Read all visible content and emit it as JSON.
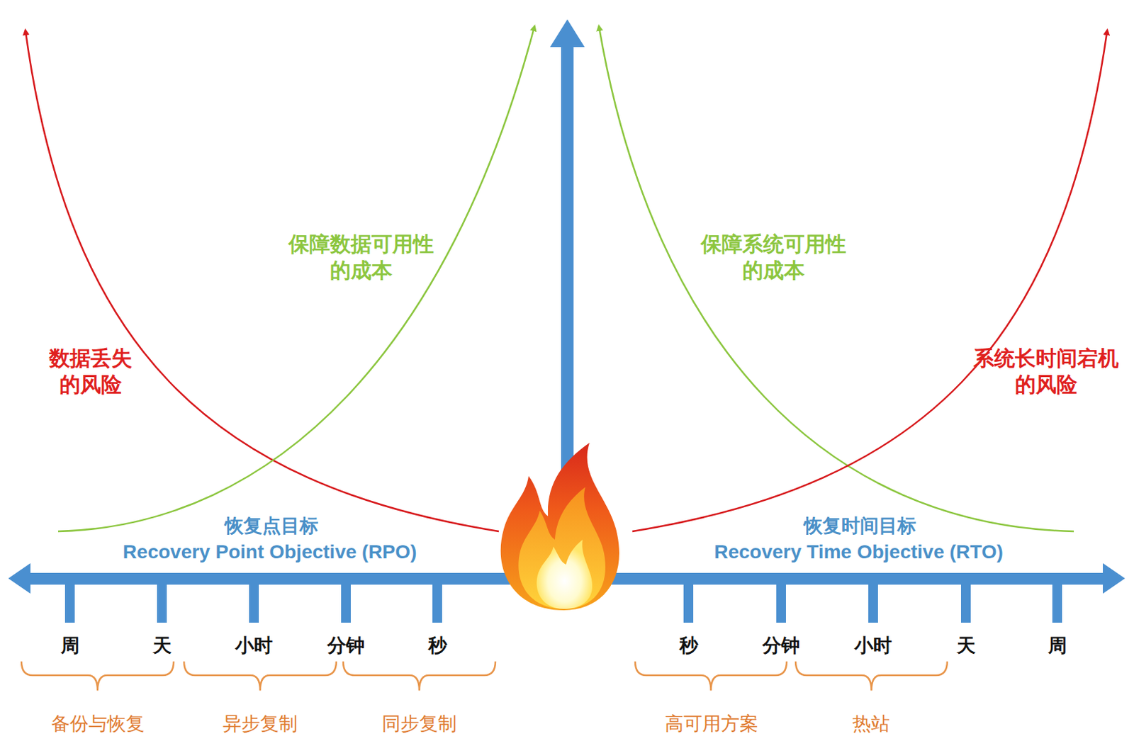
{
  "diagram": {
    "labels": [
      "保障数据可用性 的成本",
      "保障系统可用性 的成本",
      "数据丢失 的风险",
      "系统长时间宕机 的风险",
      "恢复点目标",
      "Recovery Point Objective (RPO)",
      "恢复时间目标",
      "Recovery Time Objective (RTO)",
      "周",
      "天",
      "小时",
      "分钟",
      "秒",
      "秒",
      "分钟",
      "小时",
      "天",
      "周",
      "备份与恢复",
      "异步复制",
      "同步复制",
      "高可用方案",
      "热站"
    ]
  }
}
